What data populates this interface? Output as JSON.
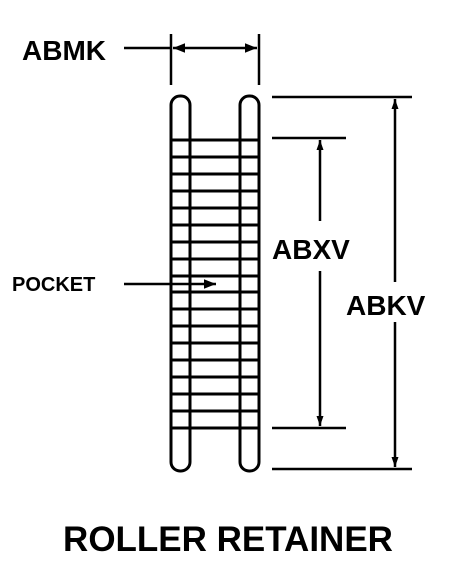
{
  "labels": {
    "abmk": "ABMK",
    "abxv": "ABXV",
    "abkv": "ABKV",
    "pocket": "POCKET",
    "title": "ROLLER RETAINER"
  },
  "colors": {
    "line": "#000000",
    "background": "#ffffff"
  }
}
